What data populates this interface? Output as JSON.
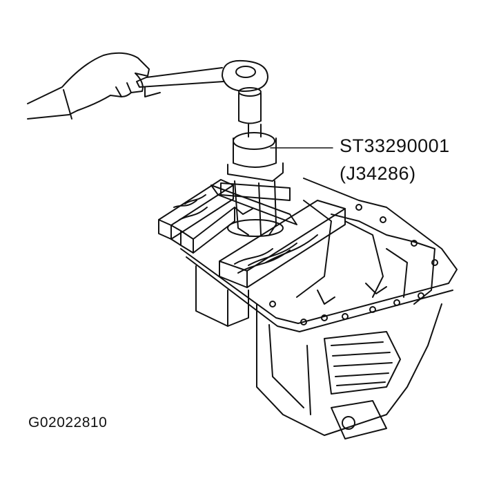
{
  "callout": {
    "tool_code": "ST33290001",
    "tool_alt": "(J34286)"
  },
  "figure_id": "G02022810",
  "colors": {
    "line": "#111111",
    "background": "#ffffff"
  }
}
